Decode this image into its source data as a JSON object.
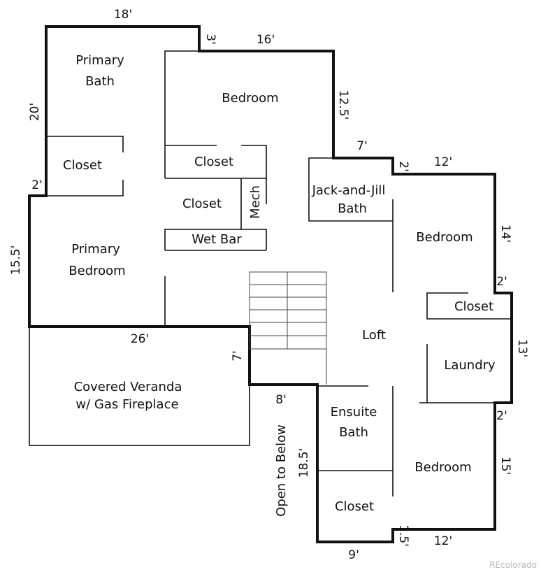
{
  "rooms": {
    "primary_bath": [
      "Primary",
      "Bath"
    ],
    "bedroom_top": "Bedroom",
    "closet_primary": "Closet",
    "closet_top": "Closet",
    "closet_mid": "Closet",
    "mech": "Mech",
    "wet_bar": "Wet Bar",
    "primary_bedroom": [
      "Primary",
      "Bedroom"
    ],
    "jack_and_jill": [
      "Jack-and-Jill",
      "Bath"
    ],
    "bedroom_right": "Bedroom",
    "closet_right": "Closet",
    "loft": "Loft",
    "laundry": "Laundry",
    "veranda": [
      "Covered Veranda",
      "w/ Gas Fireplace"
    ],
    "ensuite_bath": [
      "Ensuite",
      "Bath"
    ],
    "bedroom_bottom": "Bedroom",
    "closet_bottom": "Closet",
    "open_to_below": "Open to Below"
  },
  "dimensions": {
    "d18": "18'",
    "d3": "3'",
    "d16": "16'",
    "d20": "20'",
    "d12_5": "12.5'",
    "d7_top": "7'",
    "d2_a": "2'",
    "d12_a": "12'",
    "d2_left": "2'",
    "d15_5": "15.5'",
    "d14": "14'",
    "d2_b": "2'",
    "d26": "26'",
    "d13": "13'",
    "d7_mid": "7'",
    "d8": "8'",
    "d2_c": "2'",
    "d18_5": "18.5'",
    "d15": "15'",
    "d1_5": "1.5'",
    "d12_b": "12'",
    "d9": "9'"
  },
  "watermark": "REcolorado"
}
